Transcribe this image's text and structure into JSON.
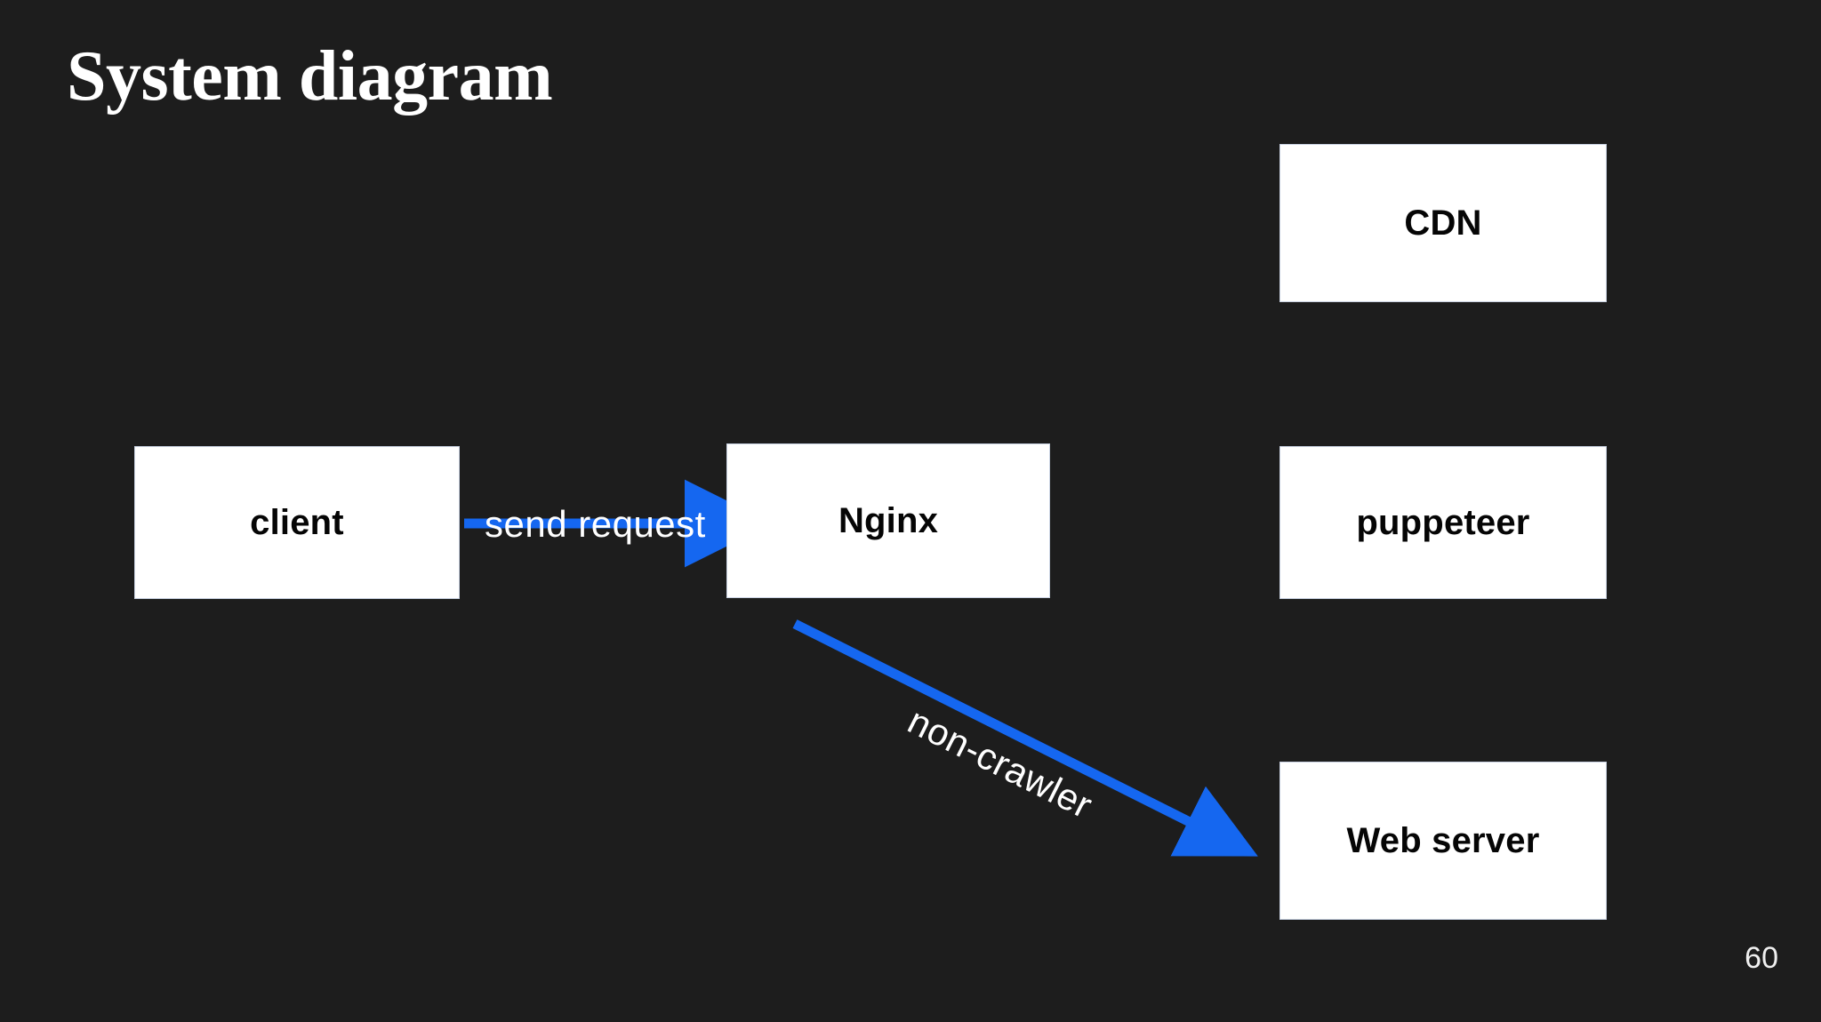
{
  "slide": {
    "title": "System diagram",
    "page_number": "60",
    "background_color": "#1d1d1d",
    "accent_color": "#1567f0",
    "node_fill_color": "#ffffff",
    "node_text_color": "#050505",
    "text_color": "#ffffff"
  },
  "nodes": [
    {
      "id": "client",
      "label": "client"
    },
    {
      "id": "nginx",
      "label": "Nginx"
    },
    {
      "id": "cdn",
      "label": "CDN"
    },
    {
      "id": "puppeteer",
      "label": "puppeteer"
    },
    {
      "id": "webserver",
      "label": "Web server"
    }
  ],
  "edges": [
    {
      "id": "client-to-nginx",
      "label": "send request",
      "from": "client",
      "to": "nginx",
      "color": "#1567f0",
      "direction": "right"
    },
    {
      "id": "nginx-to-webserver",
      "label": "non-crawler",
      "from": "nginx",
      "to": "webserver",
      "color": "#1567f0",
      "direction": "down-right"
    }
  ],
  "chart_data": {
    "type": "diagram",
    "title": "System diagram",
    "nodes": [
      "client",
      "Nginx",
      "CDN",
      "puppeteer",
      "Web server"
    ],
    "edges": [
      {
        "source": "client",
        "target": "Nginx",
        "label": "send request"
      },
      {
        "source": "Nginx",
        "target": "Web server",
        "label": "non-crawler"
      }
    ]
  }
}
